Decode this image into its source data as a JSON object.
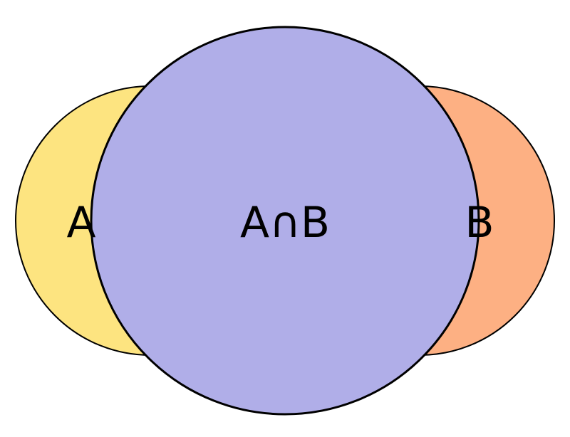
{
  "labels": {
    "a": "A",
    "intersection": "A∩B",
    "b": "B"
  },
  "colors": {
    "set_a_fill": "#fde480",
    "set_b_fill": "#fdb083",
    "intersection_fill": "#b0aee8",
    "outline": "#000000",
    "background": "#ffffff"
  }
}
